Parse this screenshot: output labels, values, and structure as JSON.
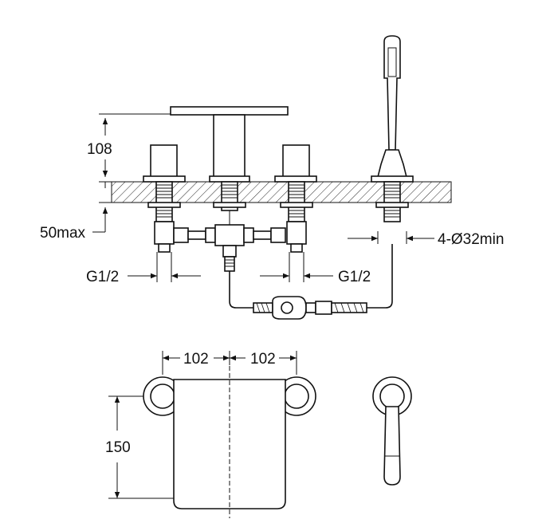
{
  "labels": {
    "height_108": "108",
    "deck_50max": "50max",
    "hole_dia": "4-Ø32min",
    "thread_left": "G1/2",
    "thread_right": "G1/2",
    "spacing_left": "102",
    "spacing_right": "102",
    "depth_150": "150"
  },
  "colors": {
    "line": "#111111",
    "background": "#ffffff"
  }
}
